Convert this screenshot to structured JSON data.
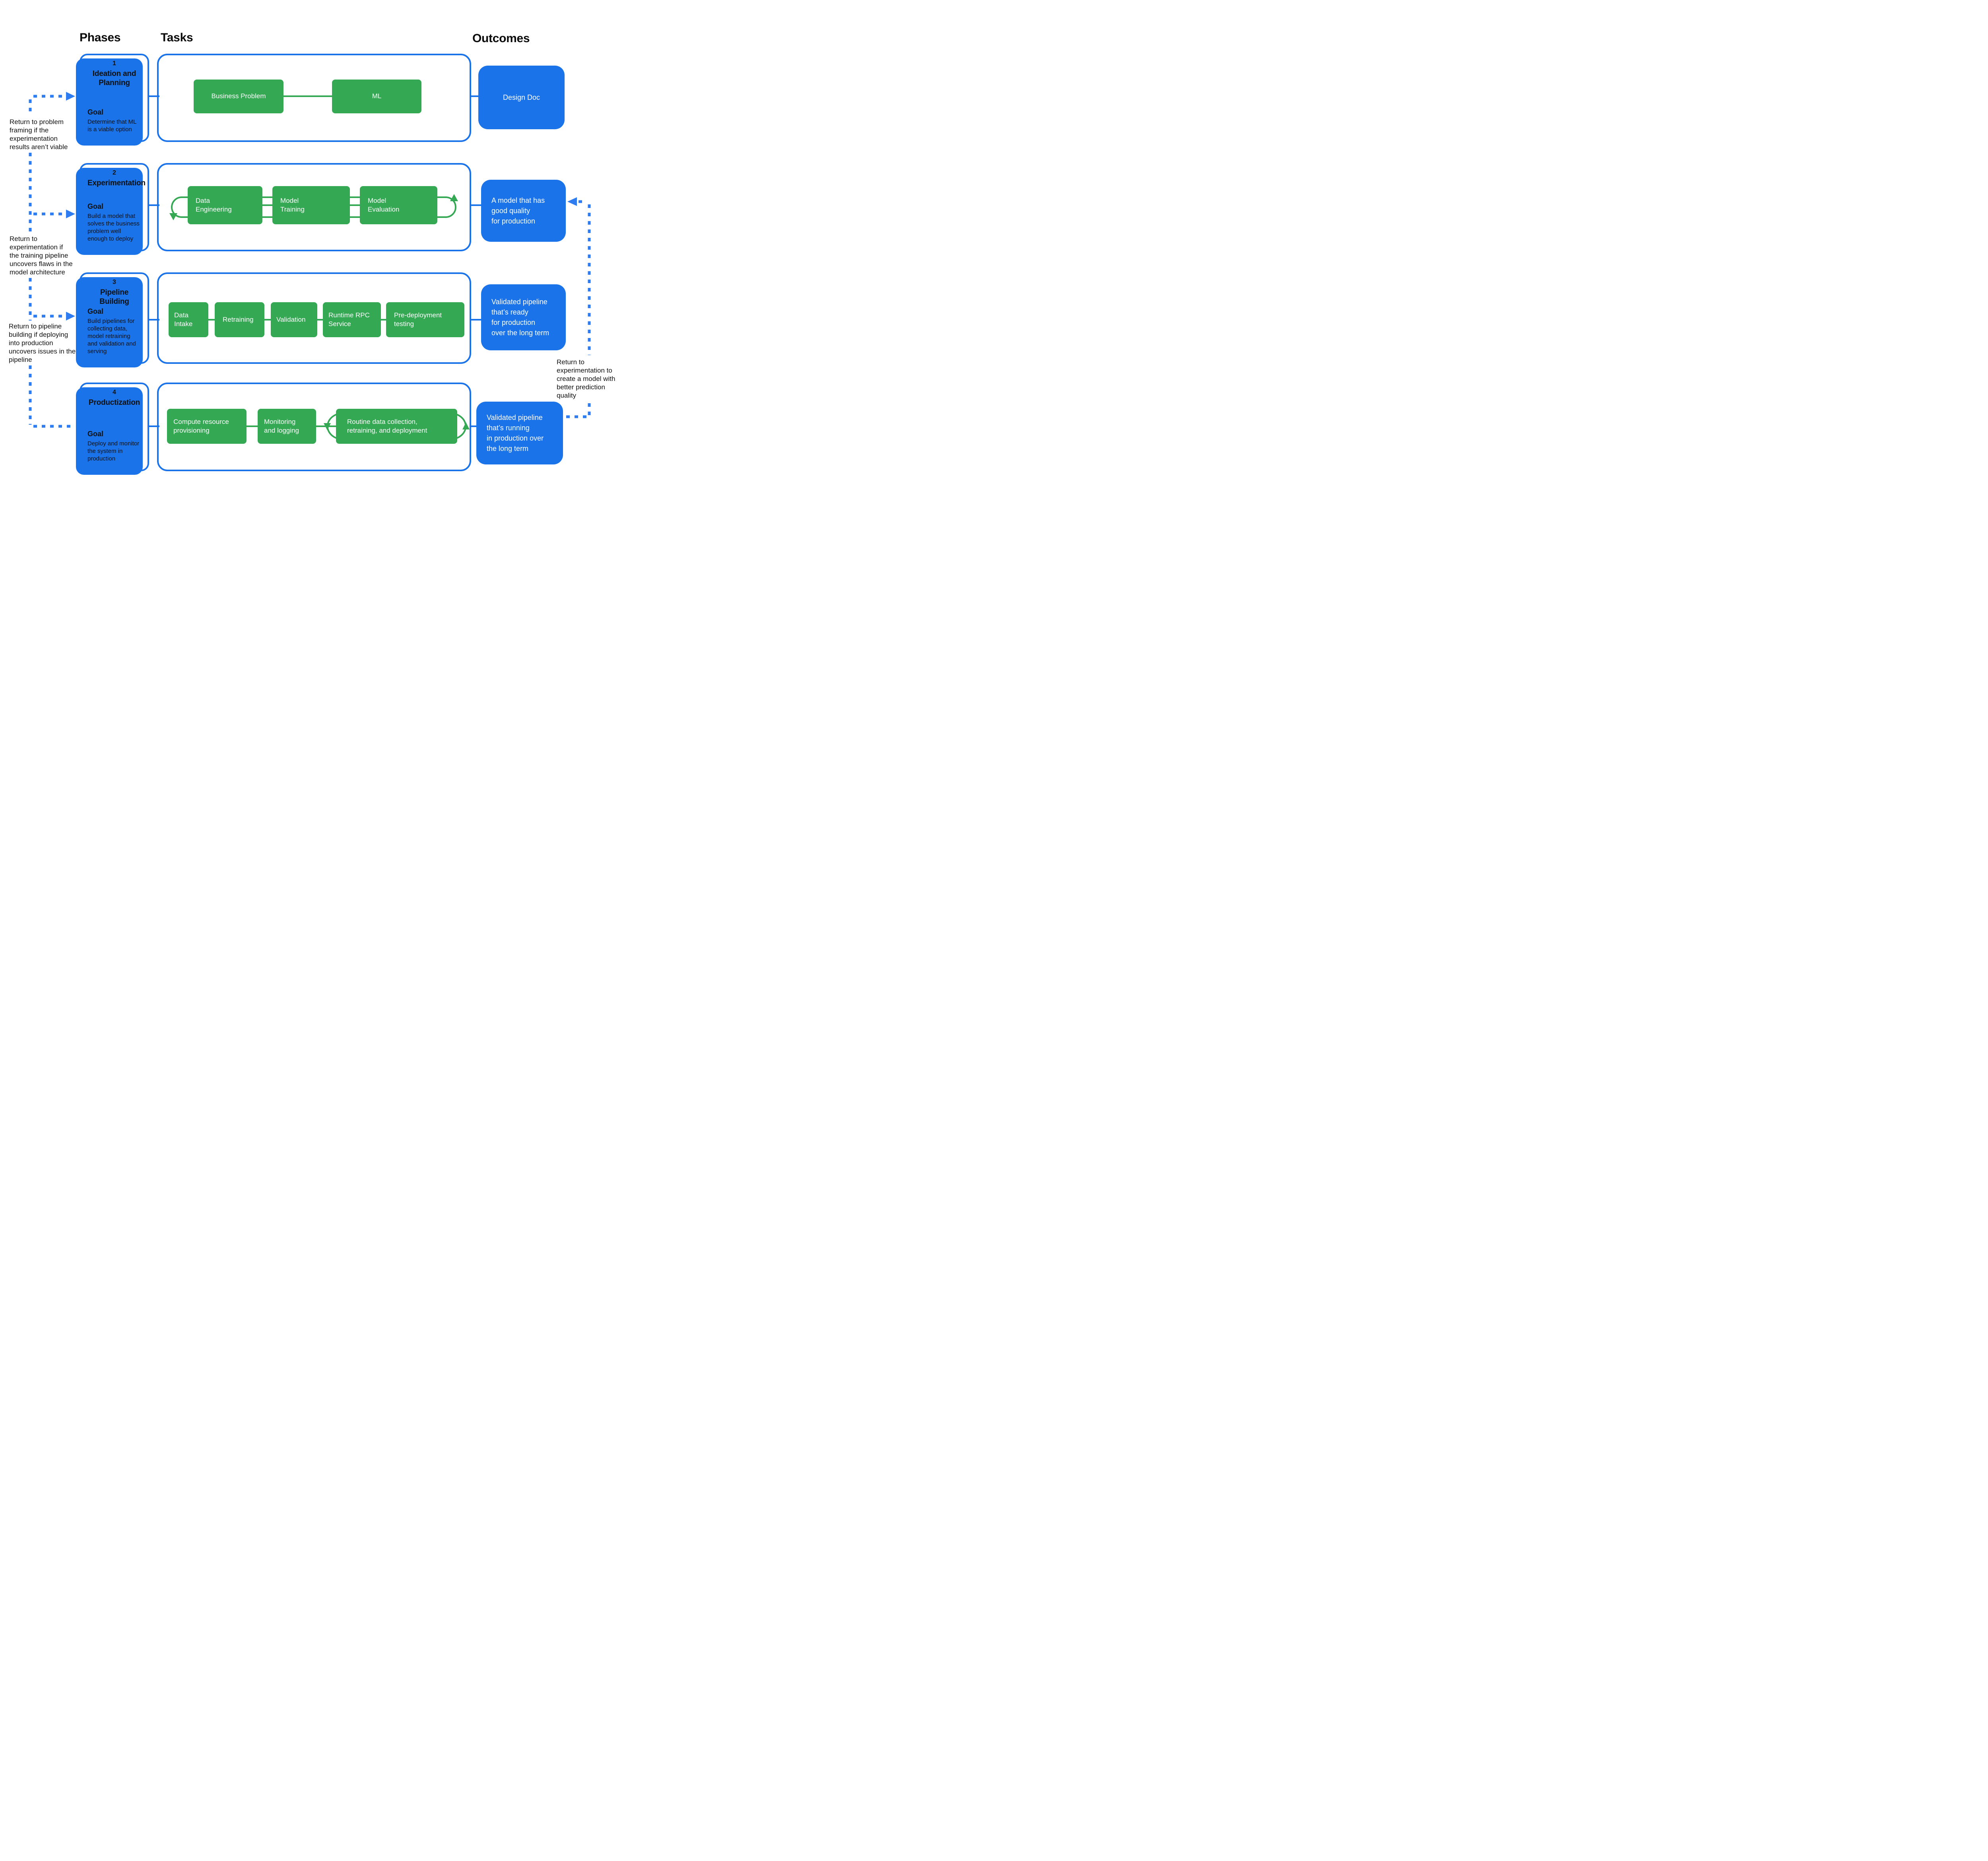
{
  "title_headers": {
    "phases": "Phases",
    "tasks": "Tasks",
    "outcomes": "Outcomes"
  },
  "colors": {
    "green": "#34A853",
    "blue": "#1A73E8",
    "dotted_blue": "#2E7CF0"
  },
  "phases": [
    {
      "number": "1",
      "title": "Ideation and Planning",
      "goal_label": "Goal",
      "goal": "Determine that ML is a viable option",
      "tasks": [
        "Business Problem",
        "ML"
      ],
      "outcome": "Design Doc"
    },
    {
      "number": "2",
      "title": "Experimentation",
      "goal_label": "Goal",
      "goal": "Build a model that solves the business problem well enough to deploy",
      "tasks": [
        "Data\nEngineering",
        "Model\nTraining",
        "Model\nEvaluation"
      ],
      "outcome": "A model that has\ngood quality\nfor production"
    },
    {
      "number": "3",
      "title": "Pipeline Building",
      "goal_label": "Goal",
      "goal": "Build pipelines for collecting data, model retraining and validation and serving",
      "tasks": [
        "Data\nIntake",
        "Retraining",
        "Validation",
        "Runtime RPC\nService",
        "Pre-deployment\ntesting"
      ],
      "outcome": "Validated pipeline\nthat’s ready\nfor production\nover the long term"
    },
    {
      "number": "4",
      "title": "Productization",
      "goal_label": "Goal",
      "goal": "Deploy and monitor the system in production",
      "tasks": [
        "Compute  resource\nprovisioning",
        "Monitoring\nand logging",
        "Routine data collection,\nretraining, and deployment"
      ],
      "outcome": "Validated pipeline\nthat’s running\nin production over\nthe long term"
    }
  ],
  "annotations": {
    "left": [
      "Return to problem\nframing if the\nexperimentation\nresults aren’t viable",
      "Return to\nexperimentation if\nthe training pipeline\nuncovers flaws in the\nmodel architecture",
      "Return to pipeline\nbuilding if deploying\ninto production\nuncovers issues in the\npipeline"
    ],
    "right": "Return to\nexperimentation to\ncreate a model with\nbetter prediction\nquality"
  }
}
